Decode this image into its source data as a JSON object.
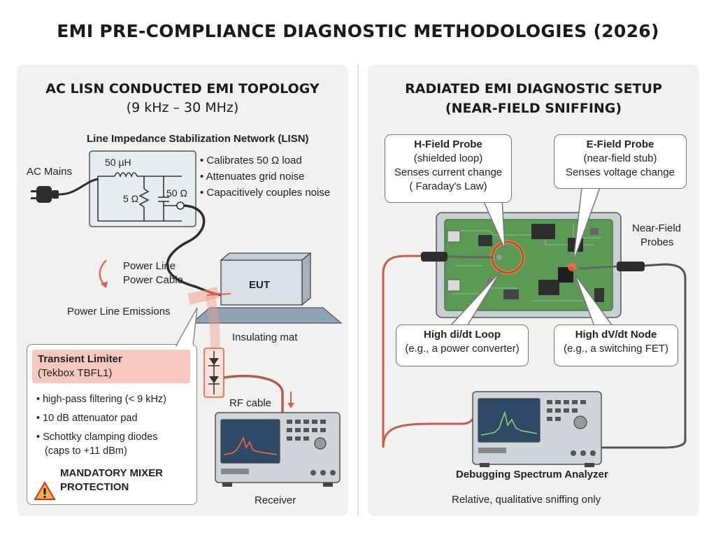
{
  "title": "EMI PRE-COMPLIANCE DIAGNOSTIC METHODOLOGIES (2026)",
  "left_panel": {
    "title": "AC LISN CONDUCTED EMI TOPOLOGY",
    "subtitle": "(9 kHz – 30 MHz)",
    "lisn_title": "Line Impedance Stabilization Network (LISN)",
    "lisn_bullets": [
      "Calibrates 50 Ω load",
      "Attenuates grid noise",
      "Capacitively couples noise"
    ],
    "inductor_label": "50 µH",
    "resistor_label": "5 Ω",
    "port_label": "50 Ω",
    "ac_mains_label": "AC Mains",
    "cable_label_1": "Power Line",
    "cable_label_2": "Power Cable",
    "eut_label": "EUT",
    "emissions_label": "Power Line Emissions",
    "mat_label": "Insulating mat",
    "rf_cable_label": "RF cable",
    "receiver_label": "Receiver",
    "limiter": {
      "title": "Transient Limiter",
      "model": "(Tekbox TBFL1)",
      "bullets": [
        "high-pass filtering (< 9 kHz)",
        "10 dB attenuator pad",
        "Schottky clamping diodes"
      ],
      "bullet_cont": "(caps to +11 dBm)",
      "warning_1": "MANDATORY MIXER",
      "warning_2": "PROTECTION"
    }
  },
  "right_panel": {
    "title_1": "RADIATED EMI DIAGNOSTIC SETUP",
    "title_2": "(NEAR-FIELD SNIFFING)",
    "h_probe": {
      "title": "H-Field Probe",
      "line1": "(shielded loop)",
      "line2": "Senses current change",
      "line3": "( Faraday's Law)"
    },
    "e_probe": {
      "title": "E-Field Probe",
      "line1": "(near-field stub)",
      "line2": "Senses voltage change"
    },
    "probes_label_1": "Near-Field",
    "probes_label_2": "Probes",
    "loop_callout": {
      "title": "High di/dt Loop",
      "line1": "(e.g., a power converter)"
    },
    "node_callout": {
      "title": "High dV/dt Node",
      "line1": "(e.g., a switching FET)"
    },
    "analyzer_label": "Debugging Spectrum Analyzer",
    "footer": "Relative, qualitative sniffing only"
  },
  "colors": {
    "panel_bg": "#f1f1f0",
    "pcb_green": "#5b9a55",
    "highlight_red": "#e0604a",
    "limiter_pink": "#f7c8c0",
    "screen_blue": "#2f4a66"
  }
}
